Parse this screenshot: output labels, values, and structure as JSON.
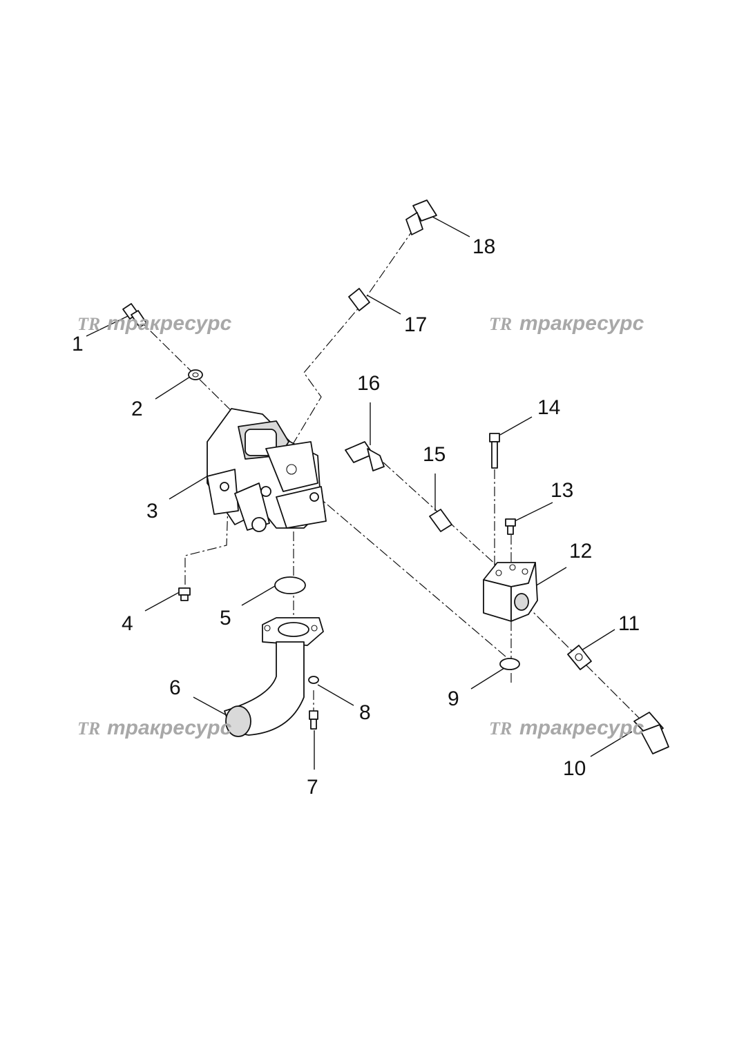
{
  "labels": [
    {
      "num": "1"
    },
    {
      "num": "2"
    },
    {
      "num": "3"
    },
    {
      "num": "4"
    },
    {
      "num": "5"
    },
    {
      "num": "6"
    },
    {
      "num": "7"
    },
    {
      "num": "8"
    },
    {
      "num": "9"
    },
    {
      "num": "10"
    },
    {
      "num": "11"
    },
    {
      "num": "12"
    },
    {
      "num": "13"
    },
    {
      "num": "14"
    },
    {
      "num": "15"
    },
    {
      "num": "16"
    },
    {
      "num": "17"
    },
    {
      "num": "18"
    }
  ],
  "watermark": {
    "mark": "TR",
    "text": "тракресурс"
  },
  "colors": {
    "line": "#111111",
    "watermark": "#a8a8a8",
    "part_shade": "#d9d9d9"
  }
}
